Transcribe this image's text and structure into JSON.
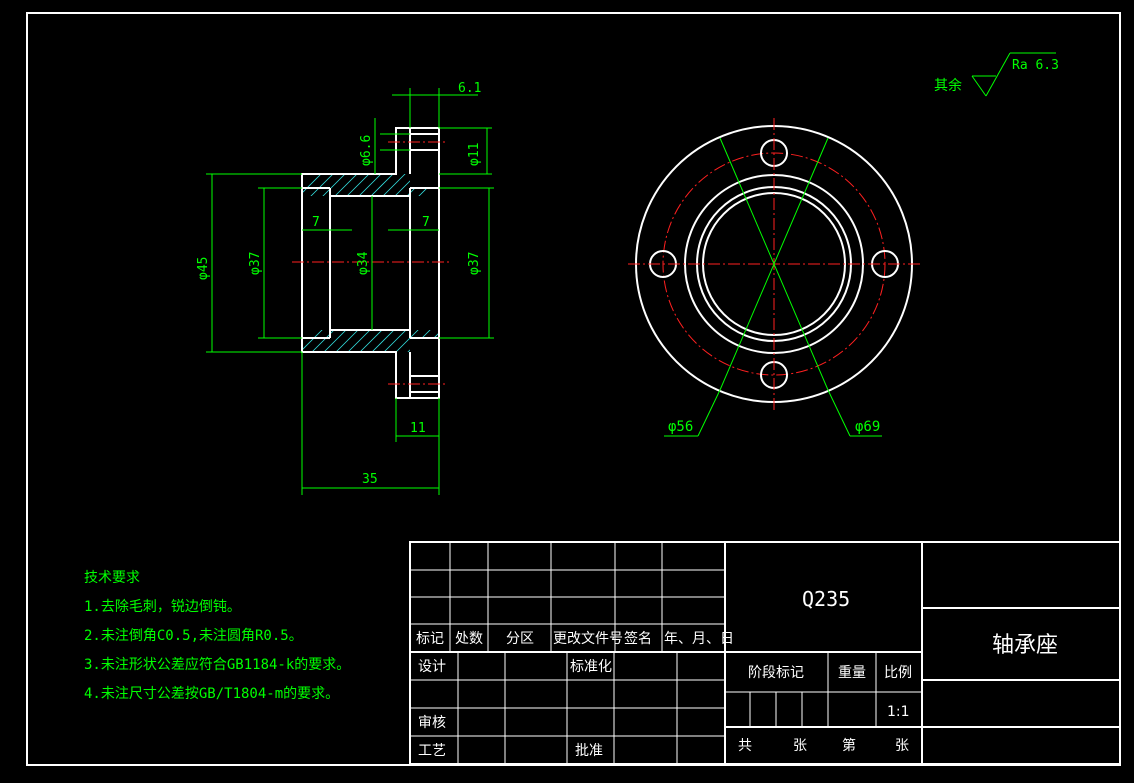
{
  "roughness": {
    "label": "其余",
    "value": "Ra 6.3"
  },
  "dimensions": {
    "d61": "6.1",
    "d66": "φ6.6",
    "d11v": "φ11",
    "d45": "φ45",
    "d37l": "φ37",
    "d34": "φ34",
    "d37r": "φ37",
    "d7l": "7",
    "d7r": "7",
    "d11h": "11",
    "d35": "35",
    "d56": "φ56",
    "d69": "φ69"
  },
  "tech": {
    "title": "技术要求",
    "items": [
      "1.去除毛刺，锐边倒钝。",
      "2.未注倒角C0.5,未注圆角R0.5。",
      "3.未注形状公差应符合GB1184-k的要求。",
      "4.未注尺寸公差按GB/T1804-m的要求。"
    ]
  },
  "title_block": {
    "material": "Q235",
    "part_name": "轴承座",
    "rev_headers": [
      "标记",
      "处数",
      "分区",
      "更改文件号",
      "签名",
      "年、月、日"
    ],
    "design": "设计",
    "standard": "标准化",
    "review": "审核",
    "process": "工艺",
    "approve": "批准",
    "stage_mark": "阶段标记",
    "weight": "重量",
    "scale_label": "比例",
    "scale_value": "1:1",
    "total": "共",
    "sheet_unit1": "张",
    "sheet_no": "第",
    "sheet_unit2": "张"
  }
}
